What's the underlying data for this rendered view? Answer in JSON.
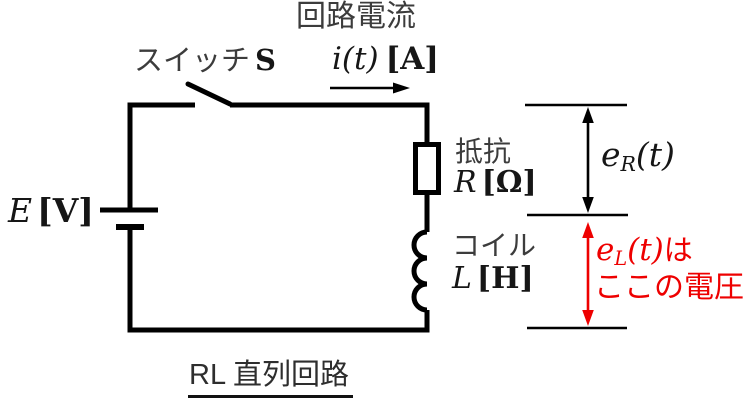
{
  "colors": {
    "wire": "#000000",
    "label_gray": "#3c3c3c",
    "math_black": "#161616",
    "accent_red": "#ee0000"
  },
  "header": {
    "current_caption": "回路電流",
    "current_symbol": "i(t)",
    "current_unit": "[A]",
    "switch_label": "スイッチ",
    "switch_symbol": "S"
  },
  "source": {
    "symbol": "E",
    "unit": "[V]"
  },
  "resistor": {
    "caption": "抵抗",
    "symbol": "R",
    "unit": "[Ω]"
  },
  "coil": {
    "caption": "コイル",
    "symbol": "L",
    "unit": "[H]"
  },
  "vr": {
    "base": "e",
    "sub": "R",
    "args": "(t)"
  },
  "vl": {
    "base": "e",
    "sub": "L",
    "args": "(t)",
    "suffix": "は",
    "note": "ここの電圧"
  },
  "caption": {
    "title": "RL 直列回路"
  }
}
